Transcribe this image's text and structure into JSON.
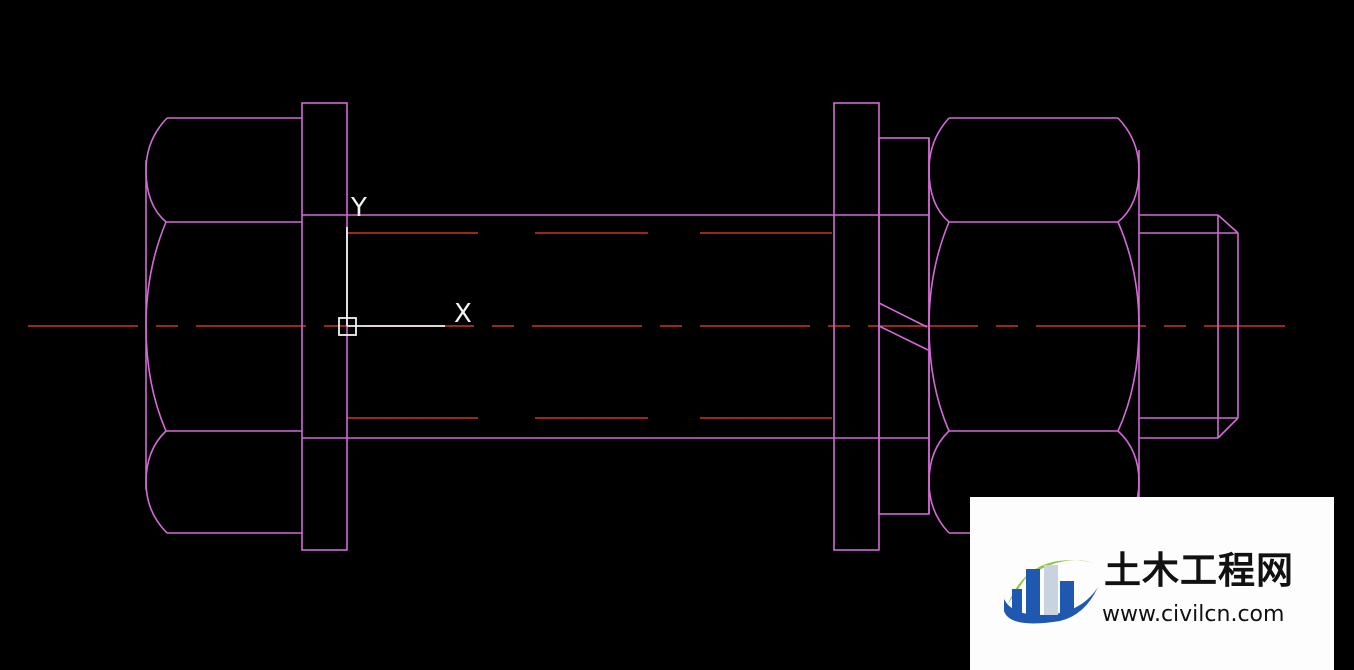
{
  "drawing": {
    "ucs": {
      "x_label": "X",
      "y_label": "Y"
    },
    "colors": {
      "object_lines": "#d36ad6",
      "center_lines": "#d0361f",
      "ucs_icon": "#f2f2f2",
      "background": "#000000"
    }
  },
  "watermark": {
    "name": "土木工程网",
    "url": "www.civilcn.com",
    "colors": {
      "blue": "#1f58b0",
      "green": "#8cc63f"
    }
  }
}
